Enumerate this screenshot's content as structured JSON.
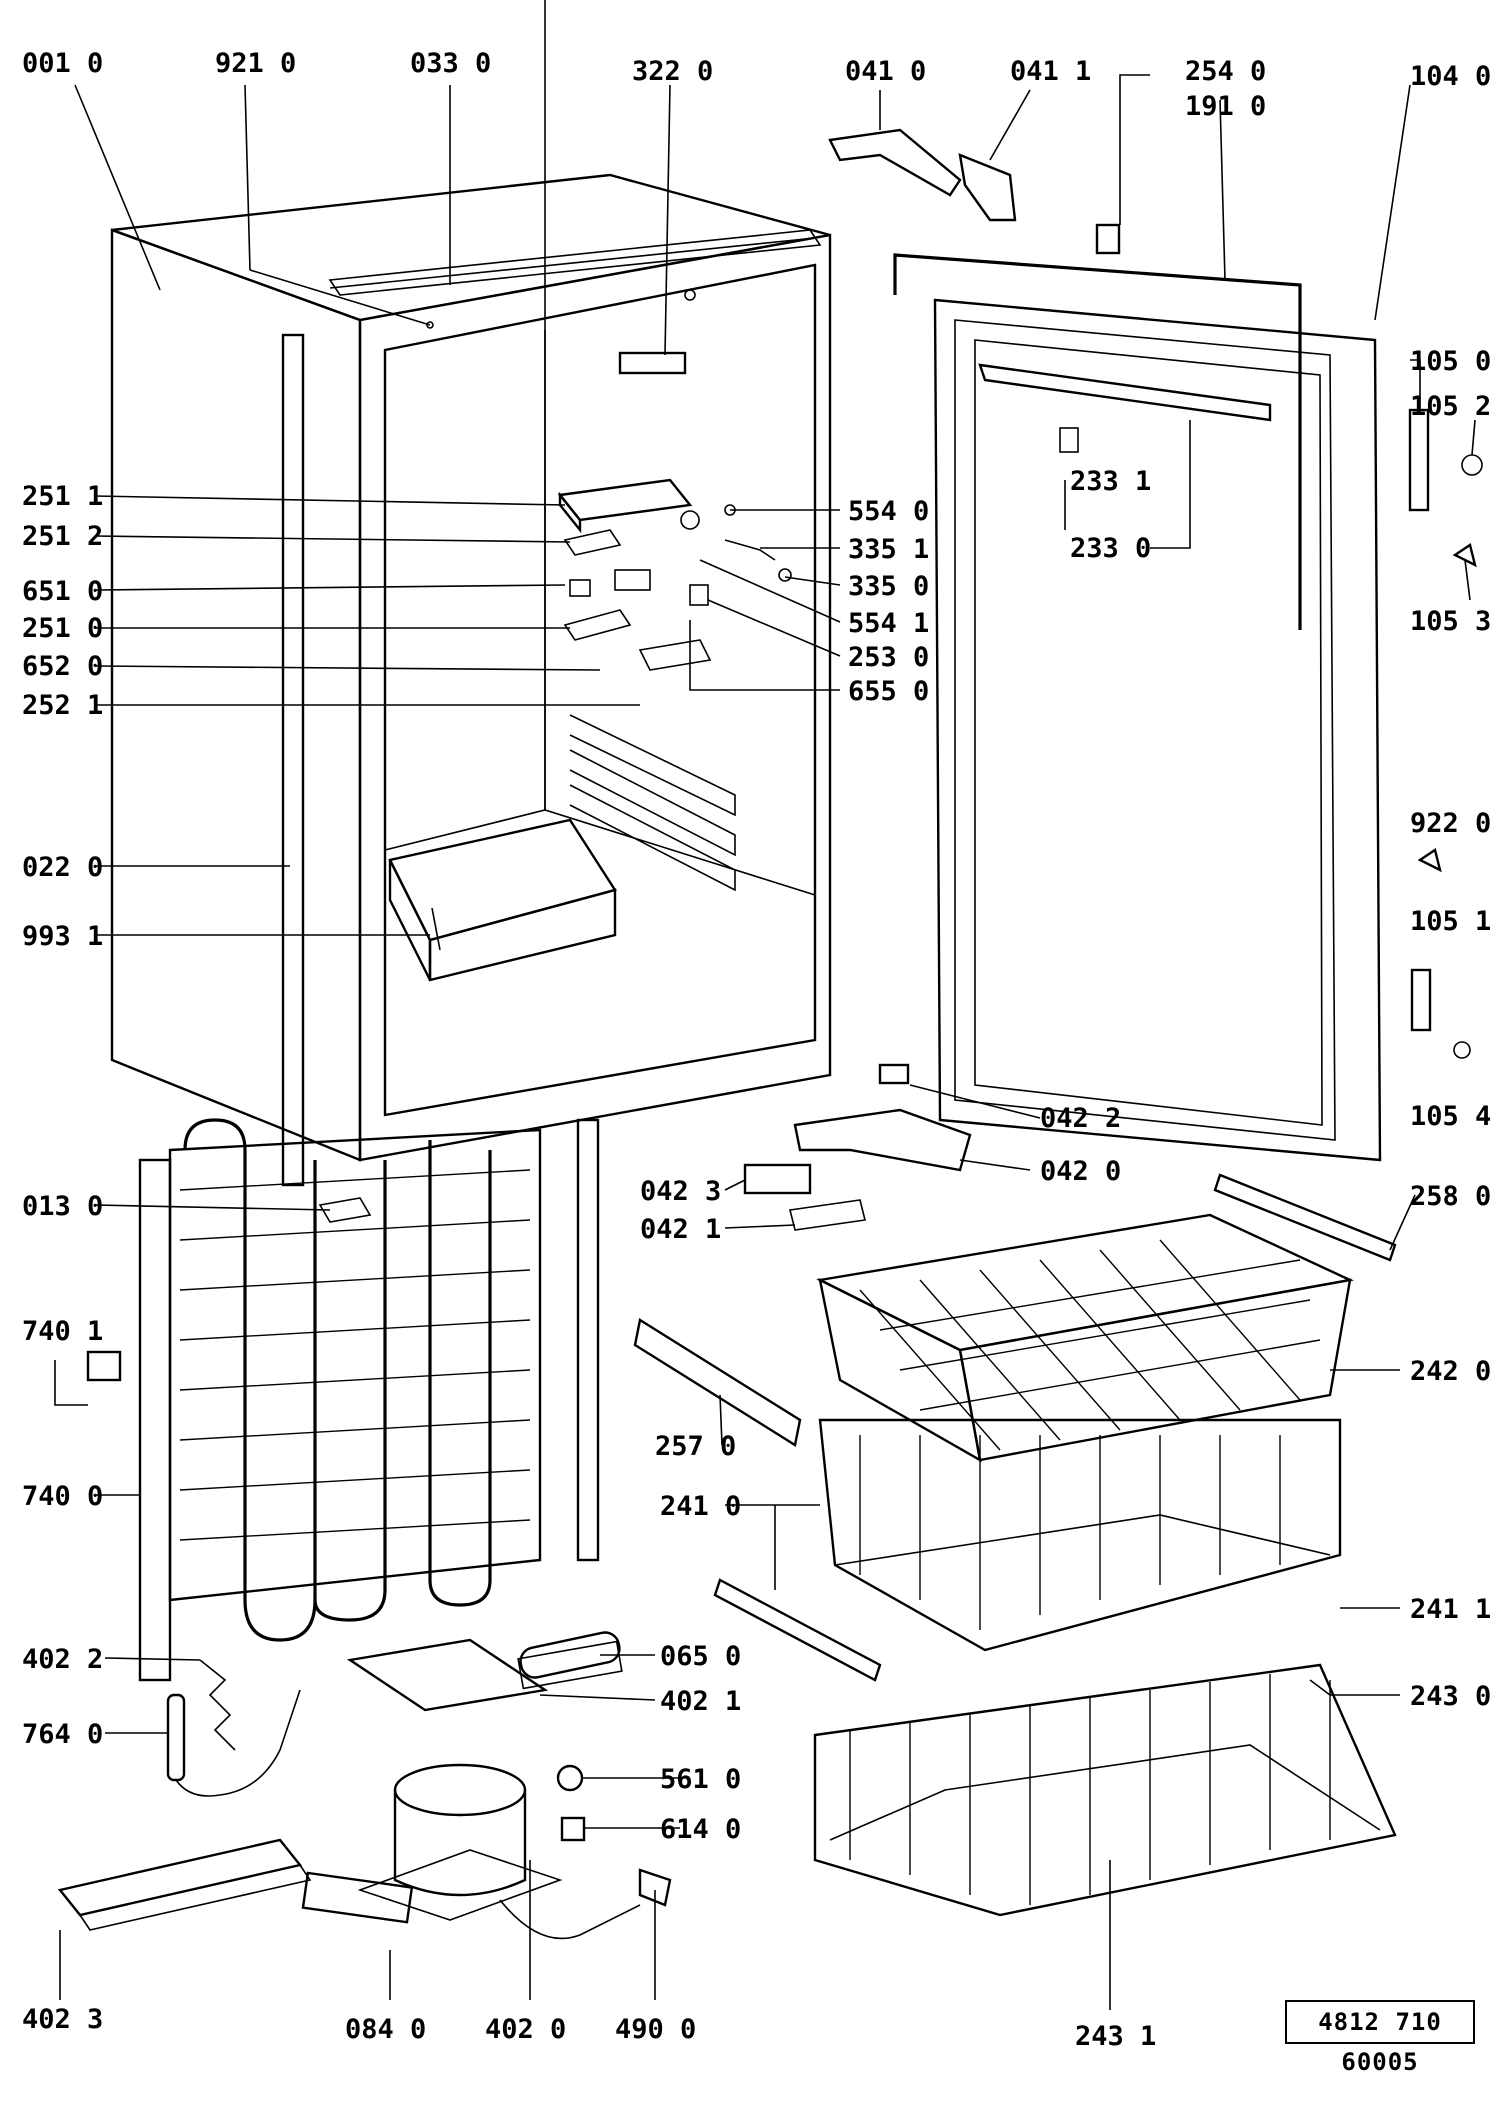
{
  "parts": [
    {
      "id": "p0010",
      "text": "001 0"
    },
    {
      "id": "p9210",
      "text": "921 0"
    },
    {
      "id": "p0330",
      "text": "033 0"
    },
    {
      "id": "p3220",
      "text": "322 0"
    },
    {
      "id": "p0410",
      "text": "041 0"
    },
    {
      "id": "p0411",
      "text": "041 1"
    },
    {
      "id": "p2540",
      "text": "254 0"
    },
    {
      "id": "p1910",
      "text": "191 0"
    },
    {
      "id": "p1040",
      "text": "104 0"
    },
    {
      "id": "p1050",
      "text": "105 0"
    },
    {
      "id": "p1052",
      "text": "105 2"
    },
    {
      "id": "p1053",
      "text": "105 3"
    },
    {
      "id": "p2511",
      "text": "251 1"
    },
    {
      "id": "p2512",
      "text": "251 2"
    },
    {
      "id": "p6510",
      "text": "651 0"
    },
    {
      "id": "p2510",
      "text": "251 0"
    },
    {
      "id": "p6520",
      "text": "652 0"
    },
    {
      "id": "p2521",
      "text": "252 1"
    },
    {
      "id": "p5540",
      "text": "554 0"
    },
    {
      "id": "p3351",
      "text": "335 1"
    },
    {
      "id": "p3350",
      "text": "335 0"
    },
    {
      "id": "p5541",
      "text": "554 1"
    },
    {
      "id": "p2530",
      "text": "253 0"
    },
    {
      "id": "p6550",
      "text": "655 0"
    },
    {
      "id": "p2331",
      "text": "233 1"
    },
    {
      "id": "p2330",
      "text": "233 0"
    },
    {
      "id": "p0220",
      "text": "022 0"
    },
    {
      "id": "p9931",
      "text": "993 1"
    },
    {
      "id": "p9220",
      "text": "922 0"
    },
    {
      "id": "p1051",
      "text": "105 1"
    },
    {
      "id": "p1054",
      "text": "105 4"
    },
    {
      "id": "p0422",
      "text": "042 2"
    },
    {
      "id": "p0420",
      "text": "042 0"
    },
    {
      "id": "p0423",
      "text": "042 3"
    },
    {
      "id": "p0421",
      "text": "042 1"
    },
    {
      "id": "p0130",
      "text": "013 0"
    },
    {
      "id": "p2580",
      "text": "258 0"
    },
    {
      "id": "p7401",
      "text": "740 1"
    },
    {
      "id": "p7400",
      "text": "740 0"
    },
    {
      "id": "p2420",
      "text": "242 0"
    },
    {
      "id": "p2570",
      "text": "257 0"
    },
    {
      "id": "p2410",
      "text": "241 0"
    },
    {
      "id": "p2411",
      "text": "241 1"
    },
    {
      "id": "p4022",
      "text": "402 2"
    },
    {
      "id": "p0650",
      "text": "065 0"
    },
    {
      "id": "p4021",
      "text": "402 1"
    },
    {
      "id": "p2430",
      "text": "243 0"
    },
    {
      "id": "p7640",
      "text": "764 0"
    },
    {
      "id": "p5610",
      "text": "561 0"
    },
    {
      "id": "p6140",
      "text": "614 0"
    },
    {
      "id": "p4023",
      "text": "402 3"
    },
    {
      "id": "p0840",
      "text": "084 0"
    },
    {
      "id": "p4020",
      "text": "402 0"
    },
    {
      "id": "p4900",
      "text": "490 0"
    },
    {
      "id": "p2431",
      "text": "243 1"
    }
  ],
  "doc_number": "4812 710 60005"
}
